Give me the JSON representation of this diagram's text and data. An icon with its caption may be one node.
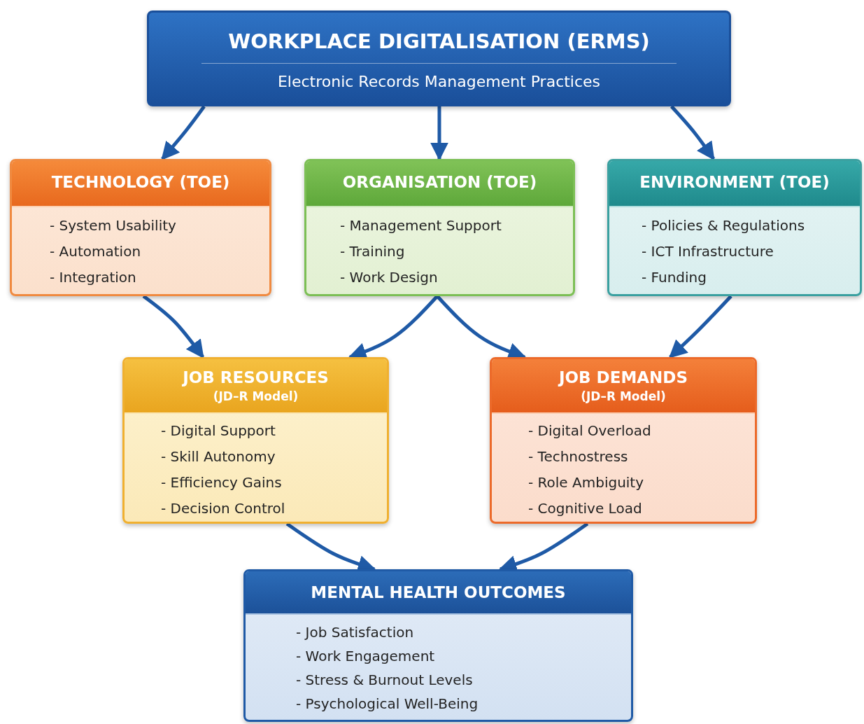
{
  "diagram": {
    "nodes": [
      {
        "text": [
          "WORKPLACE DIGITALISATION (ERMS)",
          "Electronic Records Management Practices"
        ]
      },
      {
        "text": [
          "TECHNOLOGY (TOE)",
          "- System Usability",
          "- Automation",
          "- Integration"
        ]
      },
      {
        "text": [
          "ORGANISATION (TOE)",
          "- Management Support",
          "- Training",
          "- Work Design"
        ]
      },
      {
        "text": [
          "ENVIRONMENT (TOE)",
          "- Policies & Regulations",
          "- ICT Infrastructure",
          "- Funding"
        ]
      },
      {
        "text": [
          "JOB RESOURCES",
          "(JD–R Model)",
          "- Digital Support",
          "- Skill Autonomy",
          "- Efficiency Gains",
          "- Decision Control"
        ]
      },
      {
        "text": [
          "JOB DEMANDS",
          "(JD–R Model)",
          "- Digital Overload",
          "- Technostress",
          "- Role Ambiguity",
          "- Cognitive Load"
        ]
      },
      {
        "text": [
          "MENTAL HEALTH OUTCOMES",
          "- Job Satisfaction",
          "- Work Engagement",
          "- Stress & Burnout Levels",
          "- Psychological Well-Being"
        ]
      }
    ],
    "edges": [
      {
        "from": 0,
        "to": 1,
        "arrow": "to"
      },
      {
        "from": 0,
        "to": 2,
        "arrow": "to"
      },
      {
        "from": 0,
        "to": 3,
        "arrow": "to"
      },
      {
        "from": 1,
        "to": 4,
        "arrow": "to"
      },
      {
        "from": 2,
        "to": 4,
        "arrow": "to"
      },
      {
        "from": 2,
        "to": 5,
        "arrow": "to"
      },
      {
        "from": 3,
        "to": 5,
        "arrow": "to"
      },
      {
        "from": 4,
        "to": 6,
        "arrow": "to"
      },
      {
        "from": 5,
        "to": 6,
        "arrow": "to"
      }
    ]
  }
}
